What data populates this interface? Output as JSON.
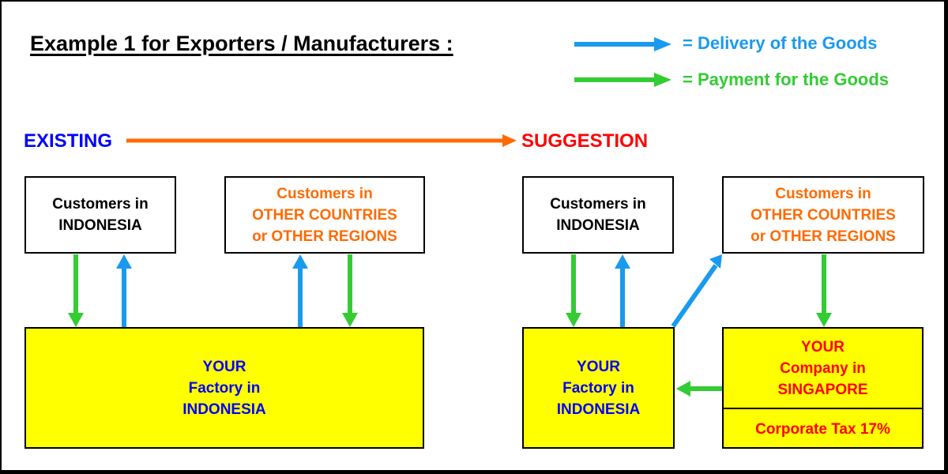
{
  "title": "Example 1 for Exporters / Manufacturers :",
  "legend": {
    "delivery": {
      "label": "= Delivery of the Goods",
      "color": "#1a9aef"
    },
    "payment": {
      "label": "= Payment for the Goods",
      "color": "#33cc33"
    }
  },
  "sections": {
    "existing": {
      "label": "EXISTING",
      "color": "#0000ff"
    },
    "suggestion": {
      "label": "SUGGESTION",
      "color": "#ff0000"
    },
    "transition_arrow_color": "#ff6a00"
  },
  "existing": {
    "customers_indonesia": {
      "lines": [
        "Customers in",
        "INDONESIA"
      ]
    },
    "customers_other": {
      "lines": [
        "Customers in",
        "OTHER COUNTRIES",
        "or OTHER REGIONS"
      ]
    },
    "factory": {
      "lines": [
        "YOUR",
        "Factory in",
        "INDONESIA"
      ]
    }
  },
  "suggestion": {
    "customers_indonesia": {
      "lines": [
        "Customers in",
        "INDONESIA"
      ]
    },
    "customers_other": {
      "lines": [
        "Customers in",
        "OTHER COUNTRIES",
        "or OTHER REGIONS"
      ]
    },
    "factory": {
      "lines": [
        "YOUR",
        "Factory in",
        "INDONESIA"
      ]
    },
    "singapore_company": {
      "lines": [
        "YOUR",
        "Company in",
        "SINGAPORE"
      ],
      "tax": "Corporate Tax 17%"
    }
  },
  "flows": [
    {
      "from": "existing-customers-indonesia",
      "to": "existing-factory",
      "type": "payment"
    },
    {
      "from": "existing-factory",
      "to": "existing-customers-indonesia",
      "type": "delivery"
    },
    {
      "from": "existing-factory",
      "to": "existing-customers-other",
      "type": "delivery"
    },
    {
      "from": "existing-customers-other",
      "to": "existing-factory",
      "type": "payment"
    },
    {
      "from": "suggestion-customers-indonesia",
      "to": "suggestion-factory",
      "type": "payment"
    },
    {
      "from": "suggestion-factory",
      "to": "suggestion-customers-indonesia",
      "type": "delivery"
    },
    {
      "from": "suggestion-factory",
      "to": "suggestion-customers-other",
      "type": "delivery"
    },
    {
      "from": "suggestion-customers-other",
      "to": "suggestion-singapore-company",
      "type": "payment"
    },
    {
      "from": "suggestion-singapore-company",
      "to": "suggestion-factory",
      "type": "payment"
    }
  ]
}
